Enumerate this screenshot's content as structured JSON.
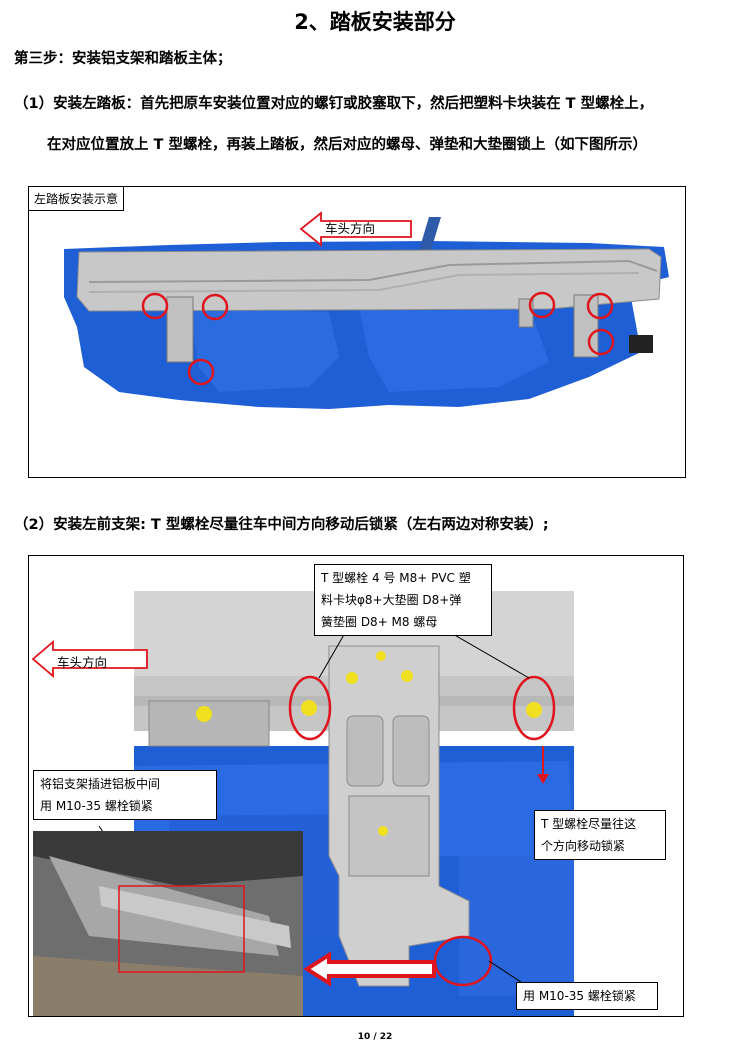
{
  "section_title": "2、踏板安装部分",
  "step": "第三步：安装铝支架和踏板主体；",
  "paragraph1": {
    "line1": "（1）安装左踏板：首先把原车安装位置对应的螺钉或胶塞取下，然后把塑料卡块装在 T 型螺栓上，",
    "line2": "在对应位置放上 T 型螺栓，再装上踏板，然后对应的螺母、弹垫和大垫圈锁上（如下图所示）"
  },
  "figure1": {
    "label": "左踏板安装示意",
    "direction": "车头方向"
  },
  "paragraph2": "（2）安装左前支架: T 型螺栓尽量往车中间方向移动后锁紧（左右两边对称安装）;",
  "figure2": {
    "direction": "车头方向",
    "callout_top": {
      "line1": "T 型螺栓 4 号 M8+ PVC 塑",
      "line2": "料卡块φ8+大垫圈  D8+弹",
      "line3": "簧垫圈 D8+ M8 螺母"
    },
    "callout_left": {
      "line1": "将铝支架插进铝板中间",
      "line2": "用 M10-35 螺栓锁紧"
    },
    "callout_right": {
      "line1": "T 型螺栓尽量往这",
      "line2": "个方向移动锁紧"
    },
    "callout_bottom": "用 M10-35 螺栓锁紧"
  },
  "page_number": "10 / 22",
  "colors": {
    "highlight_red": "#e0141c",
    "car_blue": "#1e5fd6",
    "board_grey": "#c8c8c8"
  }
}
